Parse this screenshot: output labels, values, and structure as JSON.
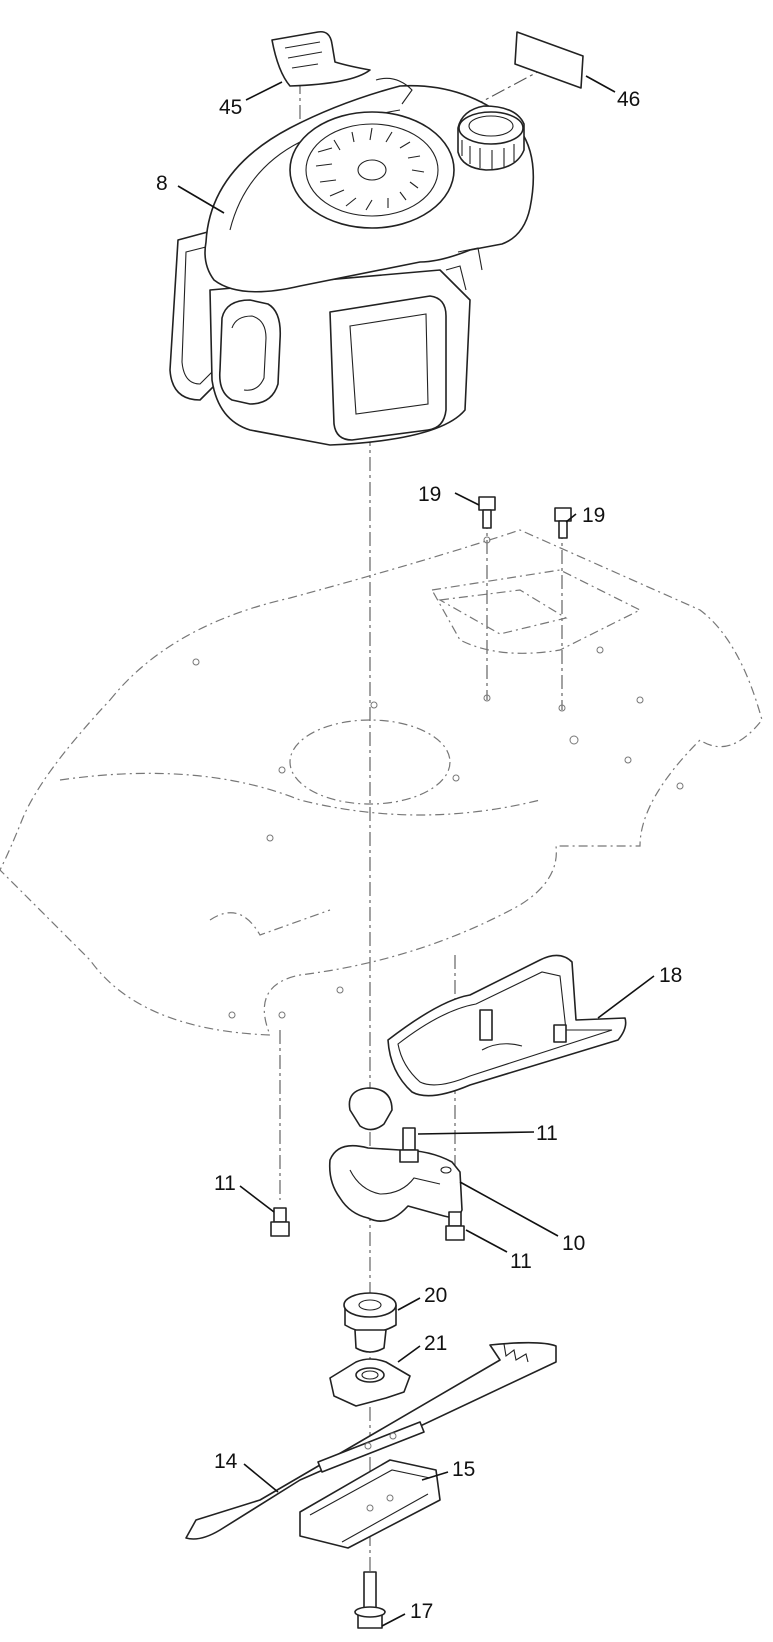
{
  "callouts": [
    {
      "id": "c45",
      "label": "45"
    },
    {
      "id": "c46",
      "label": "46"
    },
    {
      "id": "c8",
      "label": "8"
    },
    {
      "id": "c19a",
      "label": "19"
    },
    {
      "id": "c19b",
      "label": "19"
    },
    {
      "id": "c18",
      "label": "18"
    },
    {
      "id": "c11a",
      "label": "11"
    },
    {
      "id": "c11b",
      "label": "11"
    },
    {
      "id": "c11c",
      "label": "11"
    },
    {
      "id": "c10",
      "label": "10"
    },
    {
      "id": "c20",
      "label": "20"
    },
    {
      "id": "c21",
      "label": "21"
    },
    {
      "id": "c14",
      "label": "14"
    },
    {
      "id": "c15",
      "label": "15"
    },
    {
      "id": "c17",
      "label": "17"
    }
  ],
  "colors": {
    "line": "#222222",
    "ghost": "#777777",
    "background": "#ffffff"
  }
}
